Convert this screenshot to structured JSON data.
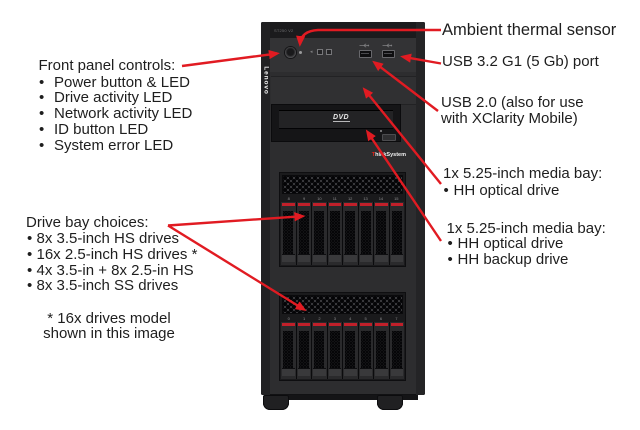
{
  "labels": {
    "front_panel": {
      "title": "Front panel controls:",
      "items": [
        "Power button & LED",
        "Drive activity LED",
        "Network activity LED",
        "ID button LED",
        "System error LED"
      ]
    },
    "drive_bays": {
      "title": "Drive bay choices:",
      "items": [
        "8x 3.5-inch HS drives",
        "16x 2.5-inch HS drives *",
        "4x 3.5-in + 8x 2.5-in HS",
        "8x 3.5-inch SS drives"
      ],
      "note_line1": "* 16x drives model",
      "note_line2": "shown in this image"
    },
    "ambient_sensor": "Ambient thermal sensor",
    "usb32": "USB 3.2 G1 (5 Gb) port",
    "usb20_line1": "USB 2.0 (also for use",
    "usb20_line2": "with XClarity Mobile)",
    "media_bay1": {
      "title": "1x 5.25-inch media bay:",
      "items": [
        "HH optical drive"
      ]
    },
    "media_bay2": {
      "title": "1x 5.25-inch media bay:",
      "items": [
        "HH optical drive",
        "HH backup drive"
      ]
    }
  },
  "tower": {
    "model_label": "ST250 V2",
    "brand": "Lenovo",
    "dvd_logo": "DVD",
    "badge_prefix": "T",
    "badge_rest": "hinkSystem",
    "upper_cage_numbers": [
      "8",
      "9",
      "10",
      "11",
      "12",
      "13",
      "14",
      "15"
    ],
    "lower_cage_numbers": [
      "0",
      "1",
      "2",
      "3",
      "4",
      "5",
      "6",
      "7"
    ]
  },
  "colors": {
    "arrow_red": "#e11b22",
    "tray_accent_red": "#c1202a"
  }
}
